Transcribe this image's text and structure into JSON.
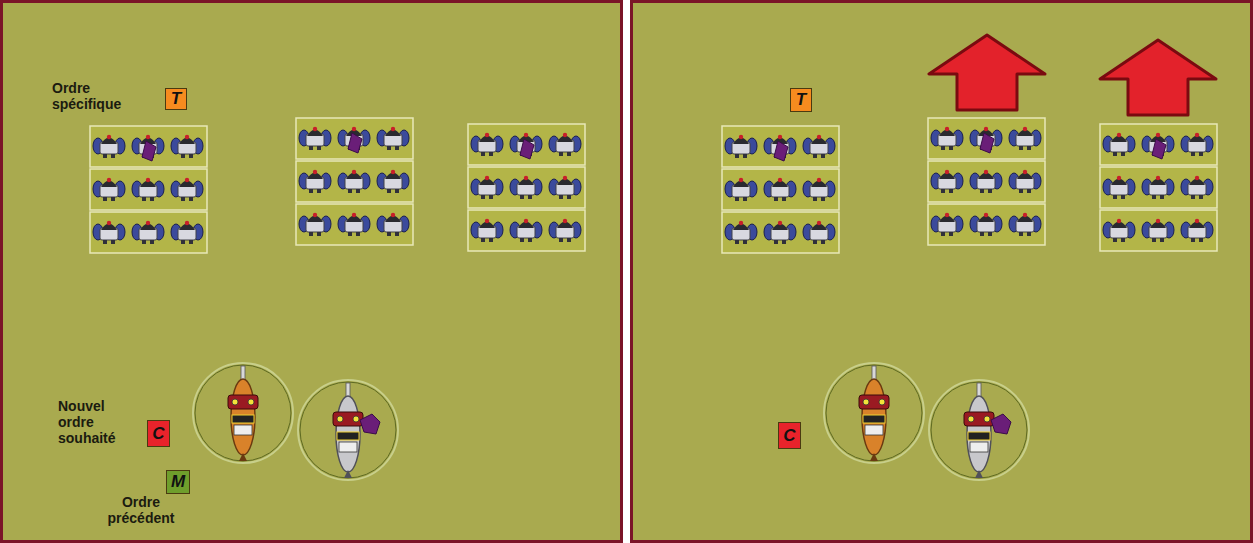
{
  "diagram": {
    "nodes": [
      {
        "text": [
          "Ordre spécifique",
          "T"
        ]
      },
      {
        "text": [
          "Nouvel ordre souhaité",
          "C"
        ]
      },
      {
        "text": [
          "M",
          "Ordre précédent"
        ]
      },
      {
        "text": [
          "T"
        ]
      },
      {
        "text": [
          "C"
        ]
      }
    ]
  }
}
